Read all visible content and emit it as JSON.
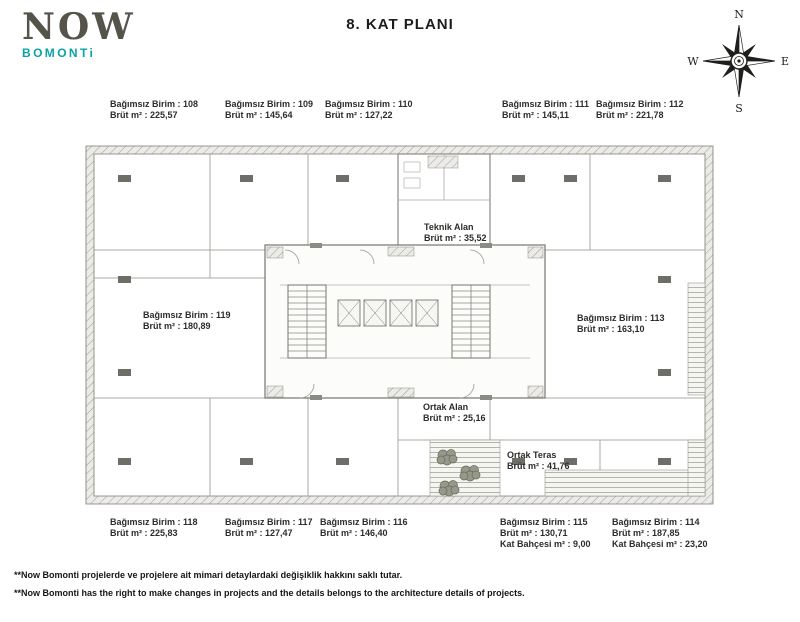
{
  "header": {
    "logo": {
      "name": "NOW",
      "sub": "BOMONTi"
    },
    "title": "8. KAT PLANI"
  },
  "compass": {
    "north": "N",
    "east": "E",
    "south": "S",
    "west": "W"
  },
  "units": [
    {
      "id": "108",
      "line1": "Bağımsız Birim : 108",
      "line2": "Brüt m² : 225,57"
    },
    {
      "id": "109",
      "line1": "Bağımsız Birim : 109",
      "line2": "Brüt m² : 145,64"
    },
    {
      "id": "110",
      "line1": "Bağımsız Birim : 110",
      "line2": "Brüt m² : 127,22"
    },
    {
      "id": "111",
      "line1": "Bağımsız Birim : 111",
      "line2": "Brüt m² : 145,11"
    },
    {
      "id": "112",
      "line1": "Bağımsız Birim : 112",
      "line2": "Brüt m² : 221,78"
    },
    {
      "id": "113",
      "line1": "Bağımsız Birim : 113",
      "line2": "Brüt m² : 163,10"
    },
    {
      "id": "114",
      "line1": "Bağımsız Birim : 114",
      "line2": "Brüt m² : 187,85",
      "line3": "Kat Bahçesi m² : 23,20"
    },
    {
      "id": "115",
      "line1": "Bağımsız Birim : 115",
      "line2": "Brüt m² : 130,71",
      "line3": "Kat Bahçesi m² : 9,00"
    },
    {
      "id": "116",
      "line1": "Bağımsız Birim : 116",
      "line2": "Brüt m² : 146,40"
    },
    {
      "id": "117",
      "line1": "Bağımsız Birim : 117",
      "line2": "Brüt m² : 127,47"
    },
    {
      "id": "118",
      "line1": "Bağımsız Birim : 118",
      "line2": "Brüt m² : 225,83"
    },
    {
      "id": "119",
      "line1": "Bağımsız Birim : 119",
      "line2": "Brüt m² : 180,89"
    }
  ],
  "areas": [
    {
      "id": "teknik-alan",
      "line1": "Teknik Alan",
      "line2": "Brüt m² : 35,52"
    },
    {
      "id": "ortak-alan",
      "line1": "Ortak Alan",
      "line2": "Brüt m² : 25,16"
    },
    {
      "id": "ortak-teras",
      "line1": "Ortak Teras",
      "line2": "Brüt m² : 41,76"
    }
  ],
  "footnotes": [
    "**Now Bomonti projelerde ve projelere ait mimari detaylardaki değişiklik hakkını saklı tutar.",
    "**Now Bomonti has the right to make changes in projects and the details belongs to the architecture details of projects."
  ]
}
